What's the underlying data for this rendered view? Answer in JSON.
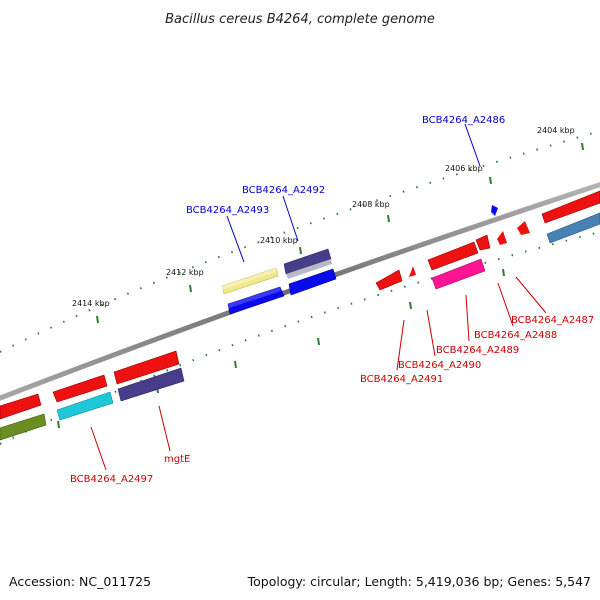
{
  "title": "Bacillus cereus B4264, complete genome",
  "accession": "Accession: NC_011725",
  "topology": "Topology: circular; Length: 5,419,036 bp; Genes: 5,547",
  "colors": {
    "backbone": "#8a8a8a",
    "tick": "#2e7d32",
    "forward_label": "#0000cc",
    "reverse_label": "#cc0000"
  },
  "ruler": [
    {
      "label": "2414 kbp"
    },
    {
      "label": "2412 kbp"
    },
    {
      "label": "2410 kbp"
    },
    {
      "label": "2408 kbp"
    },
    {
      "label": "2406 kbp"
    },
    {
      "label": "2404 kbp"
    }
  ],
  "gene_labels": [
    {
      "text": "BCB4264_A2486",
      "strand": "forward"
    },
    {
      "text": "BCB4264_A2492",
      "strand": "forward"
    },
    {
      "text": "BCB4264_A2493",
      "strand": "forward"
    },
    {
      "text": "BCB4264_A2487",
      "strand": "reverse"
    },
    {
      "text": "BCB4264_A2488",
      "strand": "reverse"
    },
    {
      "text": "BCB4264_A2489",
      "strand": "reverse"
    },
    {
      "text": "BCB4264_A2490",
      "strand": "reverse"
    },
    {
      "text": "BCB4264_A2491",
      "strand": "reverse"
    },
    {
      "text": "mgtE",
      "strand": "reverse"
    },
    {
      "text": "BCB4264_A2497",
      "strand": "reverse"
    }
  ]
}
